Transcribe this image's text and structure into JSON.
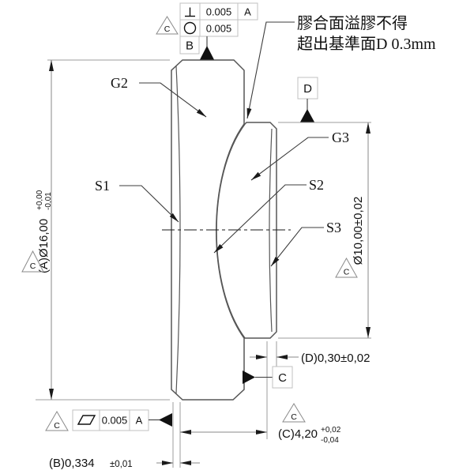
{
  "drawing": {
    "note": {
      "line1": "膠合面溢膠不得",
      "line2": "超出基準面D 0.3mm"
    },
    "part_labels": {
      "g2": "G2",
      "g3": "G3",
      "s1": "S1",
      "s2": "S2",
      "s3": "S3"
    },
    "flag_letter": "C",
    "fcf_top": {
      "row1": {
        "symbol_name": "perpendicularity-icon",
        "symbol": "⊥",
        "tolerance": "0.005",
        "datum": "A"
      },
      "row2": {
        "symbol_name": "circularity-icon",
        "symbol": "○",
        "tolerance": "0.005"
      },
      "datum_label": "B"
    },
    "fcf_bottom": {
      "symbol_name": "flatness-icon",
      "symbol": "▱",
      "tolerance": "0.005",
      "datum": "A"
    },
    "datum_labels": {
      "c": "C",
      "d": "D"
    },
    "dimensions": {
      "outer_diameter": {
        "main": "(A)Ø16,00",
        "tol_upper": "+0,00",
        "tol_lower": "-0,01"
      },
      "inner_diameter": {
        "main": "Ø10,00±0,02"
      },
      "step": {
        "main": "(D)0,30±0,02"
      },
      "total_thickness": {
        "main": "(C)4,20",
        "tol_upper": "+0,02",
        "tol_lower": "-0,04"
      },
      "edge_thickness": {
        "main": "(B)0,334",
        "tol": "±0,01"
      }
    }
  }
}
